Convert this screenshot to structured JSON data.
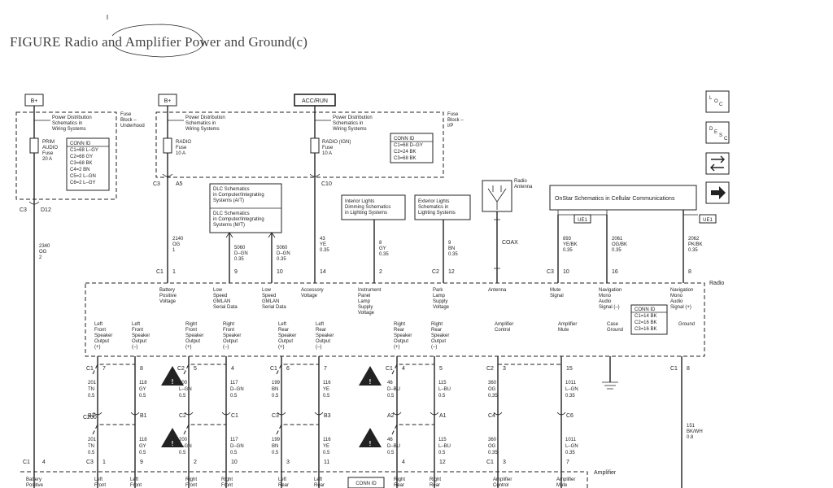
{
  "title": "FIGURE Radio and Amplifier Power and Ground(c)",
  "nav_icons": [
    {
      "label": "LOC",
      "name": "loc-icon"
    },
    {
      "label": "DESC",
      "name": "desc-icon"
    },
    {
      "label": "",
      "name": "swap-arrows-icon"
    },
    {
      "label": "",
      "name": "next-arrow-icon"
    }
  ],
  "power": {
    "bplus1": "B+",
    "bplus2": "B+",
    "accrun": "ACC/RUN",
    "pd_text": [
      "Power Distribution",
      "Schematics in",
      "Wiring Systems"
    ],
    "fuse_block1": [
      "Fuse",
      "Block –",
      "Underhood"
    ],
    "fuse_block2": [
      "Fuse",
      "Block –",
      "I/P"
    ],
    "fuse1": [
      "PRIM",
      "AUDIO",
      "Fuse",
      "20 A"
    ],
    "fuse2": [
      "RADIO",
      "Fuse",
      "10 A"
    ],
    "fuse3": [
      "RADIO (IGN)",
      "Fuse",
      "10 A"
    ],
    "conn1": [
      "CONN ID",
      "C1=68 L–GY",
      "C2=68 GY",
      "C3=68 BK",
      "C4=2 BN",
      "C5=2 L–GN",
      "C6=2 L–GY"
    ],
    "conn2": [
      "CONN ID",
      "C1=68 D–GY",
      "C2=24 BK",
      "C3=68 BK"
    ]
  },
  "refs": {
    "dlc1": [
      "DLC Schematics",
      "in Computer/Integrating",
      "Systems (A/T)"
    ],
    "dlc2": [
      "DLC Schematics",
      "in Computer/Integrating",
      "Systems (M/T)"
    ],
    "interior": [
      "Interior Lights",
      "Dimming Schematics",
      "in Lighting Systems"
    ],
    "exterior": [
      "Exterior Lights",
      "Schematics in",
      "Lighting Systems"
    ],
    "antenna": [
      "Radio",
      "Antenna"
    ],
    "onstar": "OnStar Schematics in Cellular Communications",
    "ue1": "UE1",
    "coax": "COAX",
    "radio": "Radio",
    "amplifier": "Amplifier",
    "conn_radio": [
      "CONN ID",
      "C1=14 BK",
      "C2=16 BK",
      "C3=16 BK"
    ],
    "conn_amp": "CONN ID"
  },
  "connectors": {
    "c3": "C3",
    "d12": "D12",
    "c3b": "C3",
    "a5": "A5",
    "c10": "C10",
    "c1_4": "C1",
    "pin4": "4",
    "c200": "C200"
  },
  "wires_upper": [
    {
      "lines": [
        "2340",
        "OG",
        "2"
      ]
    },
    {
      "lines": [
        "2140",
        "OG",
        "1"
      ]
    },
    {
      "lines": [
        "5060",
        "D–GN",
        "0.35"
      ]
    },
    {
      "lines": [
        "5060",
        "D–GN",
        "0.35"
      ]
    },
    {
      "lines": [
        "43",
        "YE",
        "0.35"
      ]
    },
    {
      "lines": [
        "8",
        "GY",
        "0.35"
      ]
    },
    {
      "lines": [
        "9",
        "BN",
        "0.35"
      ]
    },
    {
      "lines": [
        "893",
        "YE/BK",
        "0.35"
      ]
    },
    {
      "lines": [
        "2061",
        "OG/BK",
        "0.35"
      ]
    },
    {
      "lines": [
        "2062",
        "PK/BK",
        "0.35"
      ]
    }
  ],
  "radio_top_pins": [
    {
      "conn": "C1",
      "pin": "1"
    },
    {
      "conn": "",
      "pin": "9"
    },
    {
      "conn": "",
      "pin": "10"
    },
    {
      "conn": "",
      "pin": "14"
    },
    {
      "conn": "",
      "pin": "2"
    },
    {
      "conn": "C2",
      "pin": "12"
    },
    {
      "conn": "C3",
      "pin": "10"
    },
    {
      "conn": "",
      "pin": "16"
    },
    {
      "conn": "",
      "pin": "8"
    }
  ],
  "radio_top_labels": [
    [
      "Battery",
      "Positive",
      "Voltage"
    ],
    [
      "Low",
      "Speed",
      "GMLAN",
      "Serial Data"
    ],
    [
      "Low",
      "Speed",
      "GMLAN",
      "Serial Data"
    ],
    [
      "Accessory",
      "Voltage"
    ],
    [
      "Instrument",
      "Panel",
      "Lamp",
      "Supply",
      "Voltage"
    ],
    [
      "Park",
      "Lamp",
      "Supply",
      "Voltage"
    ],
    [
      "Antenna"
    ],
    [
      "Mute",
      "Signal"
    ],
    [
      "Navigation",
      "Mono",
      "Audio",
      "Signal (–)"
    ],
    [
      "Navigation",
      "Mono",
      "Audio",
      "Signal (+)"
    ]
  ],
  "radio_bottom_labels": [
    [
      "Left",
      "Front",
      "Speaker",
      "Output",
      "(+)"
    ],
    [
      "Left",
      "Front",
      "Speaker",
      "Output",
      "(–)"
    ],
    [
      "Right",
      "Front",
      "Speaker",
      "Output",
      "(+)"
    ],
    [
      "Right",
      "Front",
      "Speaker",
      "Output",
      "(–)"
    ],
    [
      "Left",
      "Rear",
      "Speaker",
      "Output",
      "(+)"
    ],
    [
      "Left",
      "Rear",
      "Speaker",
      "Output",
      "(–)"
    ],
    [
      "Right",
      "Rear",
      "Speaker",
      "Output",
      "(+)"
    ],
    [
      "Right",
      "Rear",
      "Speaker",
      "Output",
      "(–)"
    ],
    [
      "Amplifier",
      "Control"
    ],
    [
      "Amplifier",
      "Mute"
    ],
    [
      "Case",
      "Ground"
    ],
    [
      "Ground"
    ]
  ],
  "pins_radio_bottom": [
    {
      "conn": "C1",
      "pin": "7"
    },
    {
      "conn": "",
      "pin": "8"
    },
    {
      "conn": "C2",
      "pin": "5"
    },
    {
      "conn": "",
      "pin": "4"
    },
    {
      "conn": "C1",
      "pin": "6"
    },
    {
      "conn": "",
      "pin": "7"
    },
    {
      "conn": "C1",
      "pin": "4"
    },
    {
      "conn": "",
      "pin": "5"
    },
    {
      "conn": "C2",
      "pin": "3"
    },
    {
      "conn": "",
      "pin": "15"
    },
    {
      "conn": "C1",
      "pin": "8"
    }
  ],
  "wires_mid": [
    {
      "lines": [
        "201",
        "TN",
        "0.5"
      ]
    },
    {
      "lines": [
        "118",
        "GY",
        "0.5"
      ]
    },
    {
      "lines": [
        "200",
        "L–GN",
        "0.5"
      ]
    },
    {
      "lines": [
        "117",
        "D–GN",
        "0.5"
      ]
    },
    {
      "lines": [
        "199",
        "BN",
        "0.5"
      ]
    },
    {
      "lines": [
        "116",
        "YE",
        "0.5"
      ]
    },
    {
      "lines": [
        "46",
        "D–BU",
        "0.5"
      ]
    },
    {
      "lines": [
        "115",
        "L–BU",
        "0.5"
      ]
    },
    {
      "lines": [
        "360",
        "OG",
        "0.35"
      ]
    },
    {
      "lines": [
        "1011",
        "L–GN",
        "0.35"
      ]
    }
  ],
  "c200_pins": [
    "B2",
    "B1",
    "C2",
    "C1",
    "C3",
    "B3",
    "A2",
    "A1",
    "C4",
    "C6"
  ],
  "wires_low": [
    {
      "lines": [
        "201",
        "TN",
        "0.5"
      ]
    },
    {
      "lines": [
        "118",
        "GY",
        "0.5"
      ]
    },
    {
      "lines": [
        "200",
        "L–GN",
        "0.5"
      ]
    },
    {
      "lines": [
        "117",
        "D–GN",
        "0.5"
      ]
    },
    {
      "lines": [
        "199",
        "BN",
        "0.5"
      ]
    },
    {
      "lines": [
        "116",
        "YE",
        "0.5"
      ]
    },
    {
      "lines": [
        "46",
        "D–BU",
        "0.5"
      ]
    },
    {
      "lines": [
        "115",
        "L–BU",
        "0.5"
      ]
    },
    {
      "lines": [
        "360",
        "OG",
        "0.35"
      ]
    },
    {
      "lines": [
        "1011",
        "L–GN",
        "0.35"
      ]
    }
  ],
  "ground_wire": [
    "151",
    "BK/WH",
    "0.8"
  ],
  "amp_pins": [
    {
      "conn": "C3",
      "pin": "1"
    },
    {
      "conn": "",
      "pin": "9"
    },
    {
      "conn": "",
      "pin": "2"
    },
    {
      "conn": "",
      "pin": "10"
    },
    {
      "conn": "",
      "pin": "3"
    },
    {
      "conn": "",
      "pin": "11"
    },
    {
      "conn": "",
      "pin": "4"
    },
    {
      "conn": "",
      "pin": "12"
    },
    {
      "conn": "C1",
      "pin": "3"
    },
    {
      "conn": "",
      "pin": "7"
    }
  ],
  "amp_labels": [
    [
      "Battery",
      "Positive"
    ],
    [
      "Left",
      "Front"
    ],
    [
      "Left",
      "Front"
    ],
    [
      "Right",
      "Front"
    ],
    [
      "Right",
      "Front"
    ],
    [
      "Left",
      "Rear"
    ],
    [
      "Left",
      "Rear"
    ],
    [
      "Right",
      "Rear"
    ],
    [
      "Right",
      "Rear"
    ],
    [
      "Amplifier",
      "Control"
    ],
    [
      "Amplifier",
      "Mute"
    ]
  ]
}
